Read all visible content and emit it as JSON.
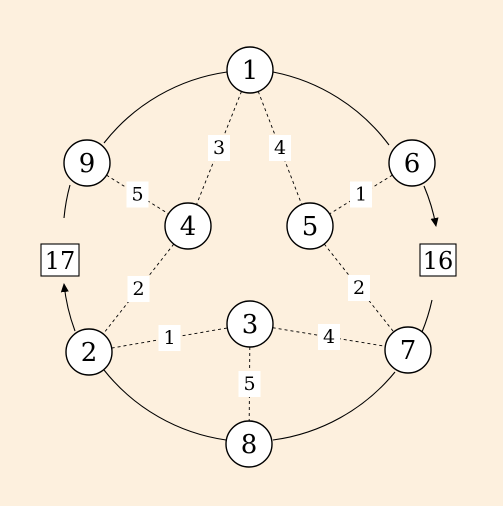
{
  "graph": {
    "nodes": [
      {
        "id": "n1",
        "label": "1"
      },
      {
        "id": "n9",
        "label": "9"
      },
      {
        "id": "n6",
        "label": "6"
      },
      {
        "id": "n4",
        "label": "4"
      },
      {
        "id": "n5",
        "label": "5"
      },
      {
        "id": "n3",
        "label": "3"
      },
      {
        "id": "n2",
        "label": "2"
      },
      {
        "id": "n7",
        "label": "7"
      },
      {
        "id": "n8",
        "label": "8"
      }
    ],
    "edges": [
      {
        "from": "n1",
        "to": "n4",
        "weight": "3"
      },
      {
        "from": "n1",
        "to": "n5",
        "weight": "4"
      },
      {
        "from": "n9",
        "to": "n4",
        "weight": "5"
      },
      {
        "from": "n6",
        "to": "n5",
        "weight": "1"
      },
      {
        "from": "n4",
        "to": "n2",
        "weight": "2"
      },
      {
        "from": "n5",
        "to": "n7",
        "weight": "2"
      },
      {
        "from": "n2",
        "to": "n3",
        "weight": "1"
      },
      {
        "from": "n3",
        "to": "n7",
        "weight": "4"
      },
      {
        "from": "n3",
        "to": "n8",
        "weight": "5"
      }
    ],
    "boxes": [
      {
        "id": "b17",
        "label": "17"
      },
      {
        "id": "b16",
        "label": "16"
      }
    ]
  }
}
